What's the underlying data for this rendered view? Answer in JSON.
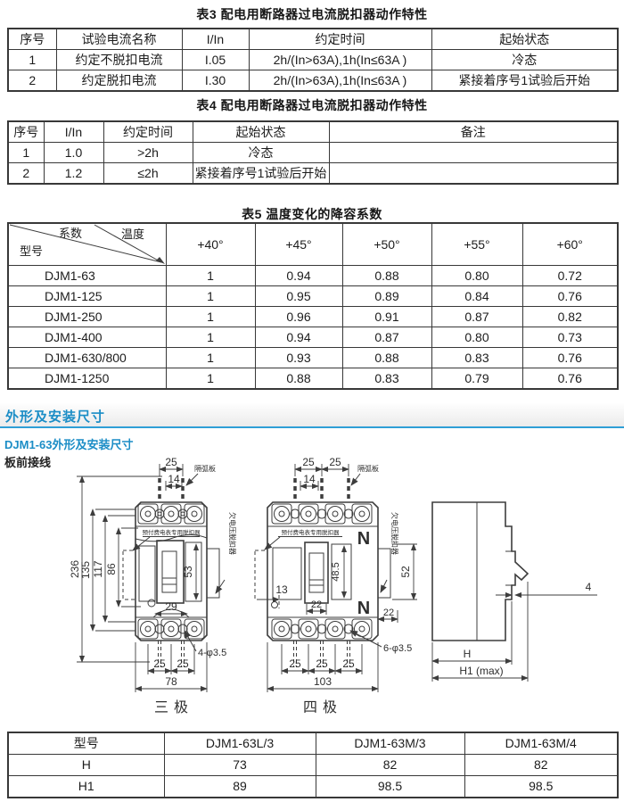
{
  "table3": {
    "title": "表3 配电用断路器过电流脱扣器动作特性",
    "headers": [
      "序号",
      "试验电流名称",
      "I/In",
      "约定时间",
      "起始状态"
    ],
    "rows": [
      [
        "1",
        "约定不脱扣电流",
        "I.05",
        "2h/(In>63A),1h(In≤63A )",
        "冷态"
      ],
      [
        "2",
        "约定脱扣电流",
        "I.30",
        "2h/(In>63A),1h(In≤63A )",
        "紧接着序号1试验后开始"
      ]
    ]
  },
  "table4": {
    "title": "表4 配电用断路器过电流脱扣器动作特性",
    "headers": [
      "序号",
      "I/In",
      "约定时间",
      "起始状态",
      "备注"
    ],
    "rows": [
      [
        "1",
        "1.0",
        ">2h",
        "冷态",
        ""
      ],
      [
        "2",
        "1.2",
        "≤2h",
        "紧接着序号1试验后开始",
        ""
      ]
    ]
  },
  "table5": {
    "title": "表5 温度变化的降容系数",
    "corner": {
      "coeff": "系数",
      "temp": "温度",
      "model": "型号"
    },
    "temp_headers": [
      "+40°",
      "+45°",
      "+50°",
      "+55°",
      "+60°"
    ],
    "rows": [
      {
        "model": "DJM1-63",
        "values": [
          "1",
          "0.94",
          "0.88",
          "0.80",
          "0.72"
        ]
      },
      {
        "model": "DJM1-125",
        "values": [
          "1",
          "0.95",
          "0.89",
          "0.84",
          "0.76"
        ]
      },
      {
        "model": "DJM1-250",
        "values": [
          "1",
          "0.96",
          "0.91",
          "0.87",
          "0.82"
        ]
      },
      {
        "model": "DJM1-400",
        "values": [
          "1",
          "0.94",
          "0.87",
          "0.80",
          "0.73"
        ]
      },
      {
        "model": "DJM1-630/800",
        "values": [
          "1",
          "0.93",
          "0.88",
          "0.83",
          "0.76"
        ]
      },
      {
        "model": "DJM1-1250",
        "values": [
          "1",
          "0.88",
          "0.83",
          "0.79",
          "0.76"
        ]
      }
    ]
  },
  "section": {
    "title": "外形及安装尺寸",
    "subtitle": "DJM1-63外形及安装尺寸",
    "wiring": "板前接线",
    "accent_color": "#2e9fd6",
    "title_color": "#1b8dc6"
  },
  "drawing": {
    "three_pole": {
      "caption": "三极",
      "arc_plate": "隔弧板",
      "release": "预付费电表专用脱扣器",
      "undervoltage": "欠电压脱扣器",
      "holes": "4-φ3.5",
      "dim_top": "25",
      "dim_top_inner": "14",
      "dim_height": "236",
      "dim_h135": "135",
      "dim_h117": "117",
      "dim_h86": "86",
      "dim_handle": "53",
      "dim_hump": "29",
      "dim_b1": "25",
      "dim_b2": "25",
      "dim_width": "78"
    },
    "four_pole": {
      "caption": "四极",
      "arc_plate": "隔弧板",
      "release": "预付费电表专用脱扣器",
      "undervoltage": "欠电压脱扣器",
      "holes": "6-φ3.5",
      "neutral": "N",
      "dim_top1": "25",
      "dim_top2": "25",
      "dim_top_inner": "14",
      "dim_13": "13",
      "dim_22": "22",
      "dim_handle": "48.5",
      "dim_52": "52",
      "dim_22b": "22",
      "dim_b1": "25",
      "dim_b2": "25",
      "dim_b3": "25",
      "dim_width": "103"
    },
    "side": {
      "dim_4": "4",
      "dim_h": "H",
      "dim_h1": "H1 (max)"
    }
  },
  "table6": {
    "headers": [
      "型号",
      "DJM1-63L/3",
      "DJM1-63M/3",
      "DJM1-63M/4"
    ],
    "rows": [
      [
        "H",
        "73",
        "82",
        "82"
      ],
      [
        "H1",
        "89",
        "98.5",
        "98.5"
      ]
    ]
  }
}
